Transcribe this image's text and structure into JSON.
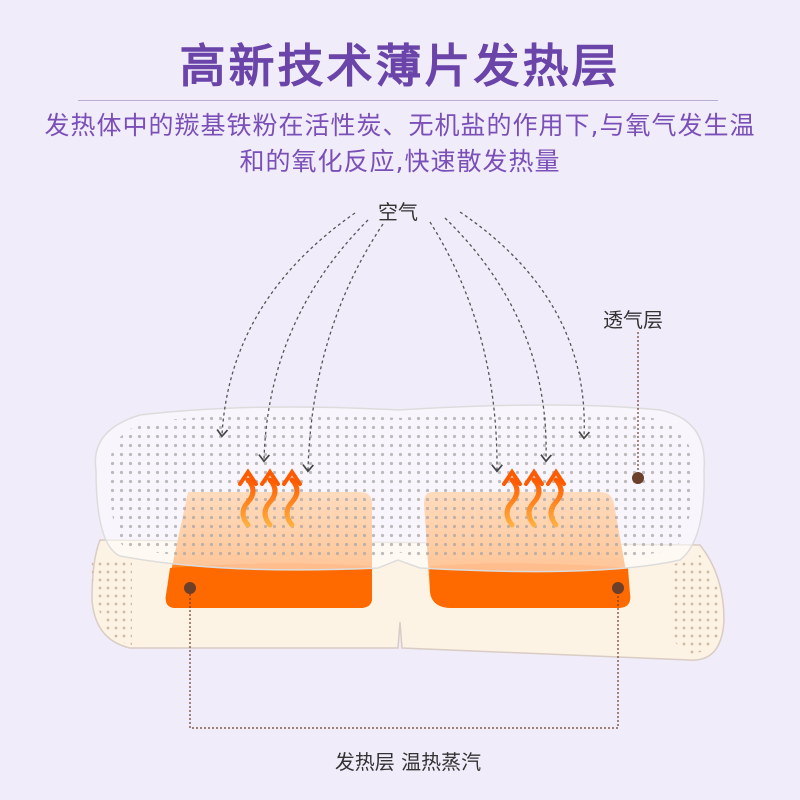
{
  "title": "高新技术薄片发热层",
  "description": "发热体中的羰基铁粉在活性炭、无机盐的作用下,与氧气发生温和的氧化反应,快速散发热量",
  "labels": {
    "air": "空气",
    "breathable_layer": "透气层",
    "heating_layer": "发热层 温热蒸汽"
  },
  "colors": {
    "title": "#6a44a8",
    "description": "#7a4fb8",
    "background": "#f0ecf9",
    "pad": "#fbe9d2",
    "heat": "#ff7a00",
    "marker": "#6b3f2a"
  }
}
